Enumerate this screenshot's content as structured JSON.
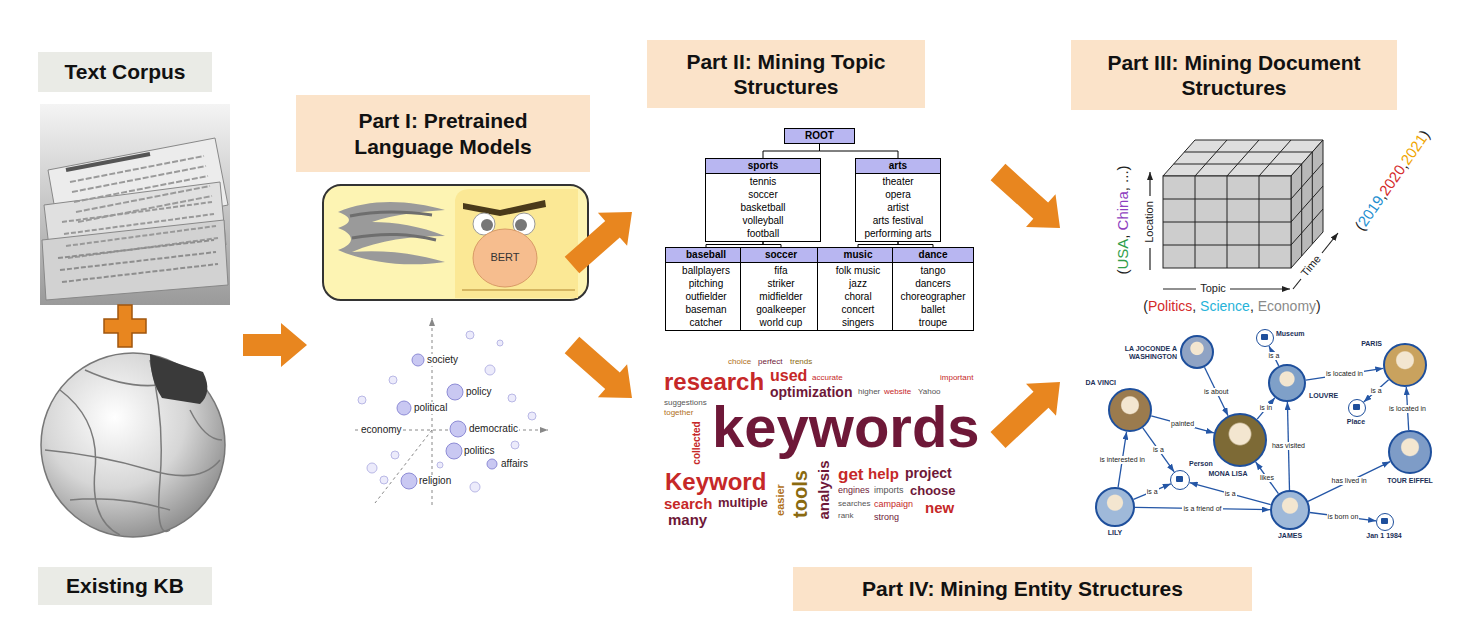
{
  "diagram": {
    "nodes": [
      {
        "text": [
          "Text Corpus"
        ]
      },
      {
        "text": [
          "Existing KB"
        ]
      },
      {
        "text": [
          "Part I: Pretrained Language Models"
        ]
      },
      {
        "text": [
          "Part II: Mining Topic Structures"
        ]
      },
      {
        "text": [
          "ROOT"
        ]
      },
      {
        "text": [
          "sports",
          "tennis",
          "soccer",
          "basketball",
          "volleyball",
          "football"
        ]
      },
      {
        "text": [
          "arts",
          "theater",
          "opera",
          "artist",
          "arts festival",
          "performing arts"
        ]
      },
      {
        "text": [
          "baseball",
          "ballplayers",
          "pitching",
          "outfielder",
          "baseman",
          "catcher"
        ]
      },
      {
        "text": [
          "soccer",
          "fifa",
          "striker",
          "midfielder",
          "goalkeeper",
          "world cup"
        ]
      },
      {
        "text": [
          "music",
          "folk music",
          "jazz",
          "choral",
          "concert",
          "singers"
        ]
      },
      {
        "text": [
          "dance",
          "tango",
          "dancers",
          "choreographer",
          "ballet",
          "troupe"
        ]
      },
      {
        "text": [
          "Part III: Mining Document Structures"
        ]
      },
      {
        "text": [
          "LA JOCONDE A WASHINGTON"
        ]
      },
      {
        "text": [
          "DA VINCI"
        ]
      },
      {
        "text": [
          "Museum"
        ]
      },
      {
        "text": [
          "LOUVRE"
        ]
      },
      {
        "text": [
          "PARIS"
        ]
      },
      {
        "text": [
          "Place"
        ]
      },
      {
        "text": [
          "MONA LISA"
        ]
      },
      {
        "text": [
          "Person"
        ]
      },
      {
        "text": [
          "TOUR EIFFEL"
        ]
      },
      {
        "text": [
          "LILY"
        ]
      },
      {
        "text": [
          "JAMES"
        ]
      },
      {
        "text": [
          "Jan 1 1984"
        ]
      },
      {
        "text": [
          "Part IV: Mining Entity Structures"
        ]
      }
    ],
    "edges": [
      {
        "from": 4,
        "to": 5,
        "arrow": "none"
      },
      {
        "from": 4,
        "to": 6,
        "arrow": "none"
      },
      {
        "from": 5,
        "to": 7,
        "arrow": "none"
      },
      {
        "from": 5,
        "to": 8,
        "arrow": "none"
      },
      {
        "from": 6,
        "to": 9,
        "arrow": "none"
      },
      {
        "from": 6,
        "to": 10,
        "arrow": "none"
      },
      {
        "from": 12,
        "to": 18,
        "label": "is about",
        "arrow": "to"
      },
      {
        "from": 13,
        "to": 18,
        "label": "painted",
        "arrow": "to"
      },
      {
        "from": 18,
        "to": 15,
        "label": "is in",
        "arrow": "to"
      },
      {
        "from": 15,
        "to": 14,
        "label": "is a",
        "arrow": "to"
      },
      {
        "from": 15,
        "to": 16,
        "label": "is located in",
        "arrow": "to"
      },
      {
        "from": 16,
        "to": 17,
        "label": "is a",
        "arrow": "to"
      },
      {
        "from": 20,
        "to": 16,
        "label": "is located in",
        "arrow": "to"
      },
      {
        "from": 13,
        "to": 19,
        "label": "is a",
        "arrow": "to"
      },
      {
        "from": 21,
        "to": 13,
        "label": "is interested in",
        "arrow": "to"
      },
      {
        "from": 21,
        "to": 19,
        "label": "is a",
        "arrow": "to"
      },
      {
        "from": 21,
        "to": 22,
        "label": "is a friend of",
        "arrow": "to"
      },
      {
        "from": 22,
        "to": 19,
        "label": "is a",
        "arrow": "to"
      },
      {
        "from": 22,
        "to": 18,
        "label": "likes",
        "arrow": "to"
      },
      {
        "from": 22,
        "to": 15,
        "label": "has visited",
        "arrow": "to"
      },
      {
        "from": 22,
        "to": 20,
        "label": "has lived in",
        "arrow": "to"
      },
      {
        "from": 22,
        "to": 23,
        "label": "is born on",
        "arrow": "to"
      }
    ],
    "labels": [
      "BERT",
      "society",
      "policy",
      "political",
      "economy",
      "democratic",
      "politics",
      "affairs",
      "religion",
      "Location",
      "Topic",
      "Time",
      "(",
      "USA",
      ", ",
      "China",
      ", ...)",
      "(",
      "2019",
      ",",
      "2020",
      ",",
      "2021",
      ")",
      "(",
      "Politics",
      ", ",
      "Science",
      ", ",
      "Economy",
      ")",
      "research",
      "used",
      "choice",
      "perfect",
      "trends",
      "accurate",
      "optimization",
      "higher",
      "website",
      "Yahoo",
      "important",
      "suggestions",
      "together",
      "keywords",
      "collected",
      "Keyword",
      "search",
      "multiple",
      "many",
      "tools",
      "analysis",
      "easier",
      "get",
      "help",
      "project",
      "engines",
      "imports",
      "choose",
      "searches",
      "campaign",
      "new",
      "rank",
      "strong"
    ]
  }
}
